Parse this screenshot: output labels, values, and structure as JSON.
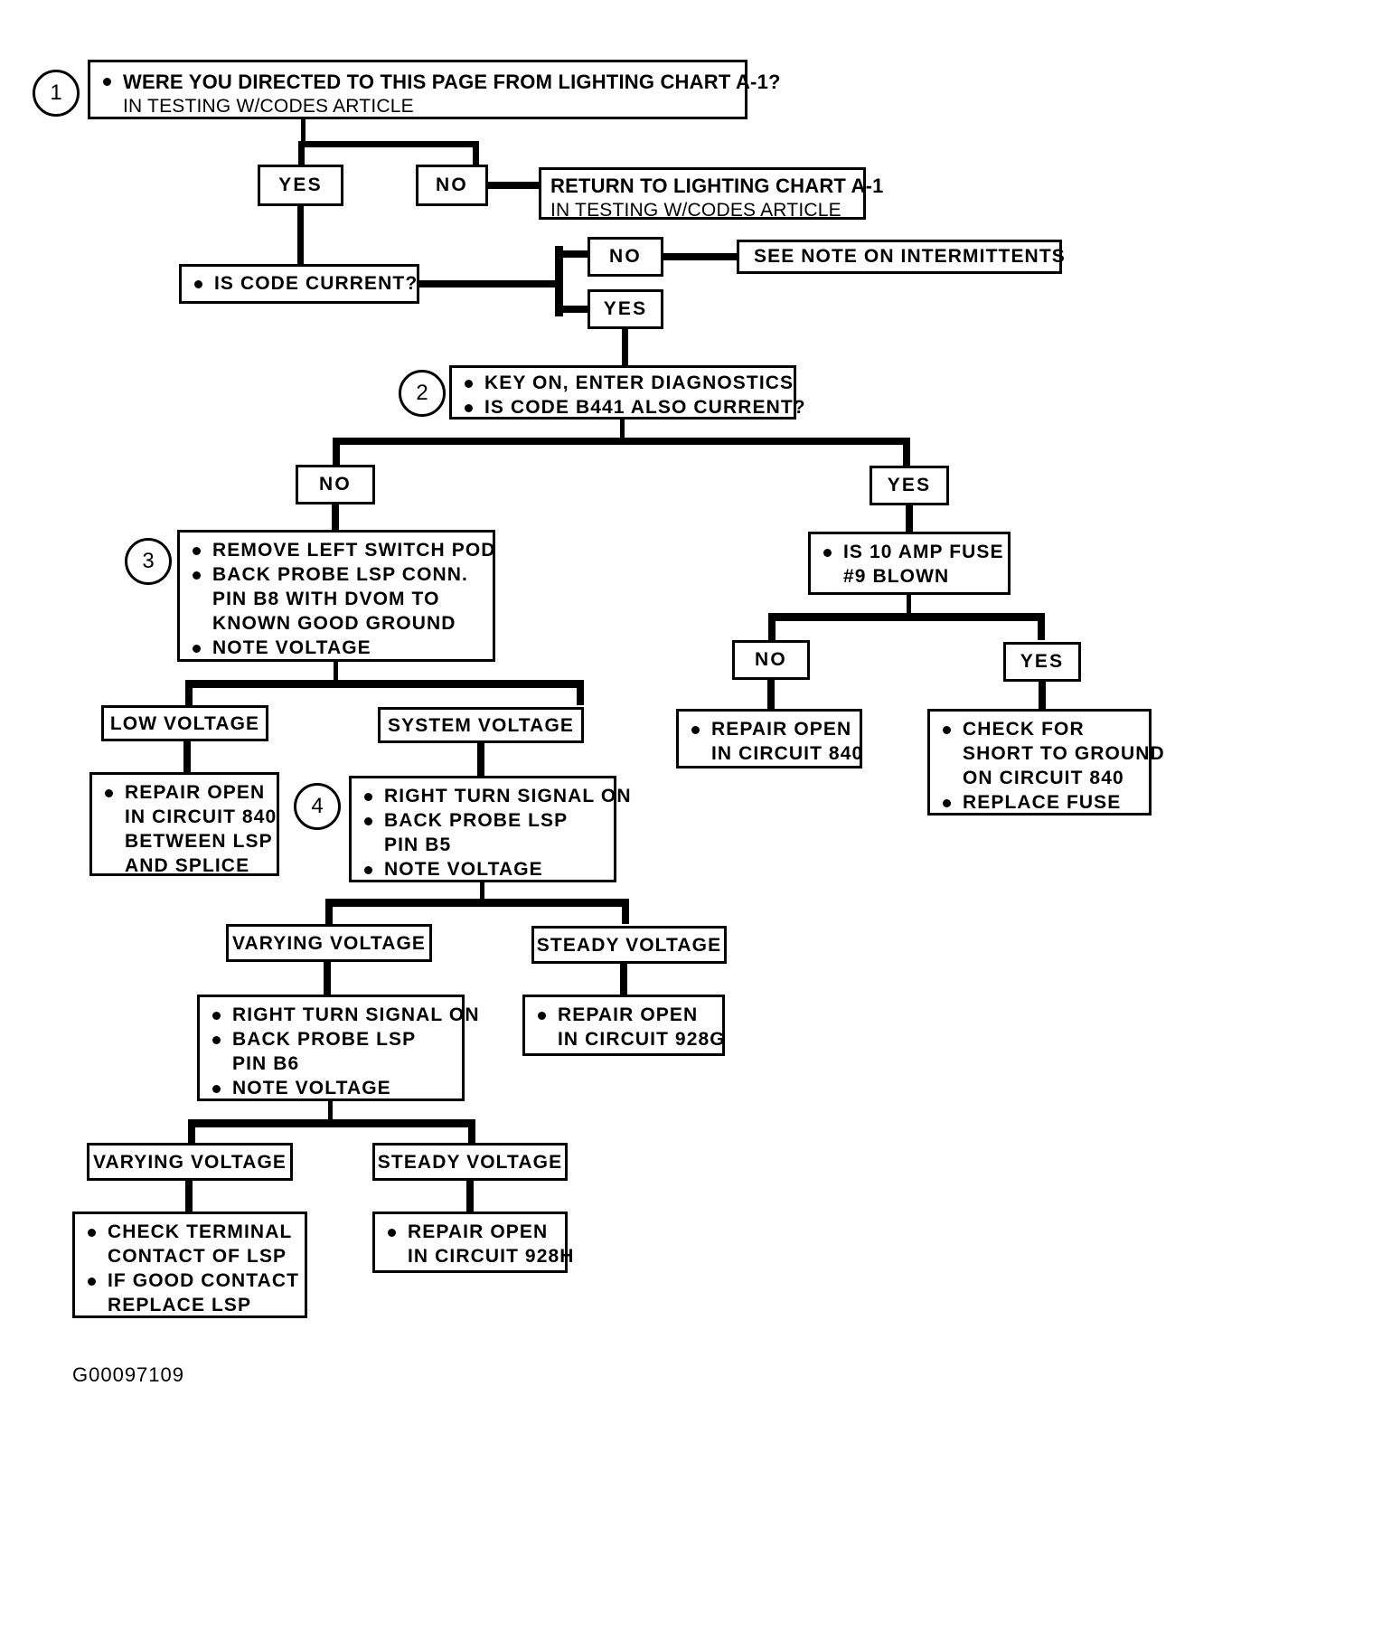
{
  "document": {
    "type": "diagnostic-flowchart",
    "figure_id": "G00097109"
  },
  "steps": {
    "s1": "1",
    "s2": "2",
    "s3": "3",
    "s4": "4"
  },
  "nodes": {
    "q1": {
      "line1": "WERE YOU DIRECTED TO THIS PAGE FROM LIGHTING CHART A-1?",
      "line2": "IN TESTING W/CODES ARTICLE"
    },
    "q1_yes": "YES",
    "q1_no": "NO",
    "return_chart": {
      "line1": "RETURN TO LIGHTING CHART A-1",
      "line2": "IN TESTING W/CODES ARTICLE"
    },
    "q2": "IS CODE CURRENT?",
    "q2_no": "NO",
    "q2_yes": "YES",
    "note_intermittents": "SEE NOTE ON INTERMITTENTS",
    "q3": {
      "line1": "KEY ON, ENTER DIAGNOSTICS",
      "line2": "IS CODE B441 ALSO CURRENT?"
    },
    "q3_no": "NO",
    "q3_yes": "YES",
    "remove_pod": {
      "line1": "REMOVE LEFT SWITCH POD",
      "line2": "BACK PROBE LSP CONN.",
      "line3": "PIN B8 WITH DVOM TO",
      "line4": "KNOWN GOOD GROUND",
      "line5": "NOTE VOLTAGE"
    },
    "fuse_q": {
      "line1": "IS 10 AMP FUSE",
      "line2": "#9 BLOWN"
    },
    "fuse_no": "NO",
    "fuse_yes": "YES",
    "repair_840": {
      "line1": "REPAIR OPEN",
      "line2": "IN CIRCUIT 840"
    },
    "check_short": {
      "line1": "CHECK FOR",
      "line2": "SHORT TO GROUND",
      "line3": "ON CIRCUIT 840",
      "line4": "REPLACE FUSE"
    },
    "low_voltage": "LOW VOLTAGE",
    "system_voltage": "SYSTEM VOLTAGE",
    "repair_840_splice": {
      "line1": "REPAIR OPEN",
      "line2": "IN CIRCUIT 840",
      "line3": "BETWEEN LSP",
      "line4": "AND SPLICE"
    },
    "probe_b5": {
      "line1": "RIGHT TURN SIGNAL ON",
      "line2": "BACK PROBE LSP",
      "line3": "PIN B5",
      "line4": "NOTE VOLTAGE"
    },
    "varying_voltage_1": "VARYING VOLTAGE",
    "steady_voltage_1": "STEADY VOLTAGE",
    "probe_b6": {
      "line1": "RIGHT TURN SIGNAL ON",
      "line2": "BACK PROBE LSP",
      "line3": "PIN B6",
      "line4": "NOTE VOLTAGE"
    },
    "repair_928g": {
      "line1": "REPAIR OPEN",
      "line2": "IN CIRCUIT 928G"
    },
    "varying_voltage_2": "VARYING VOLTAGE",
    "steady_voltage_2": "STEADY VOLTAGE",
    "check_terminal": {
      "line1": "CHECK TERMINAL",
      "line2": "CONTACT OF LSP",
      "line3": "IF GOOD CONTACT",
      "line4": "REPLACE LSP"
    },
    "repair_928h": {
      "line1": "REPAIR OPEN",
      "line2": "IN CIRCUIT 928H"
    }
  }
}
